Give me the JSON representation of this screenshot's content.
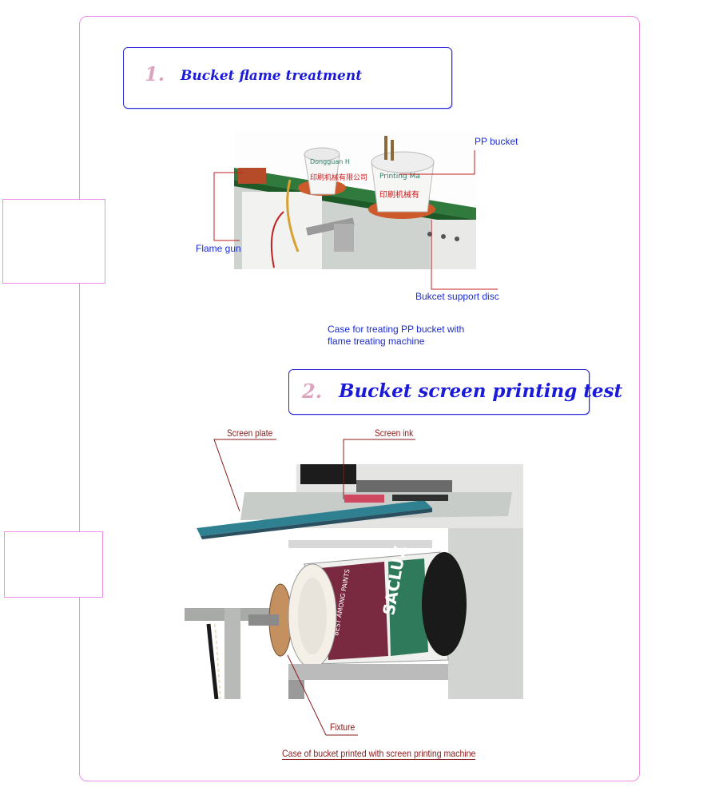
{
  "section1": {
    "number": "1.",
    "title": "Bucket flame treatment",
    "labels": {
      "pp_bucket": "PP bucket",
      "flame_gun": "Flame gun",
      "support_disc": "Bukcet support disc"
    },
    "caption": "Case for treating PP bucket with flame treating machine"
  },
  "section2": {
    "number": "2.",
    "title": "Bucket screen printing test",
    "labels": {
      "screen_plate": "Screen plate",
      "screen_ink": "Screen ink",
      "fixture": "Fixture"
    },
    "caption": "Case of bucket printed with screen printing machine"
  },
  "bucket1_print": "印刷机械有限公司",
  "bucket1_text": "Dongguan H",
  "bucket2_text": "Printing Ma",
  "bucket3_text": "SACLUX",
  "bucket3_band": "BEST AMONG PAINTS",
  "colors": {
    "frame_border": "#f08ee8",
    "title_border": "#2a2ad8",
    "title_text": "#1a1ad8",
    "number_text": "#dca4bf",
    "blue_label": "#1a2bd6",
    "red_label": "#8b1a1a"
  }
}
